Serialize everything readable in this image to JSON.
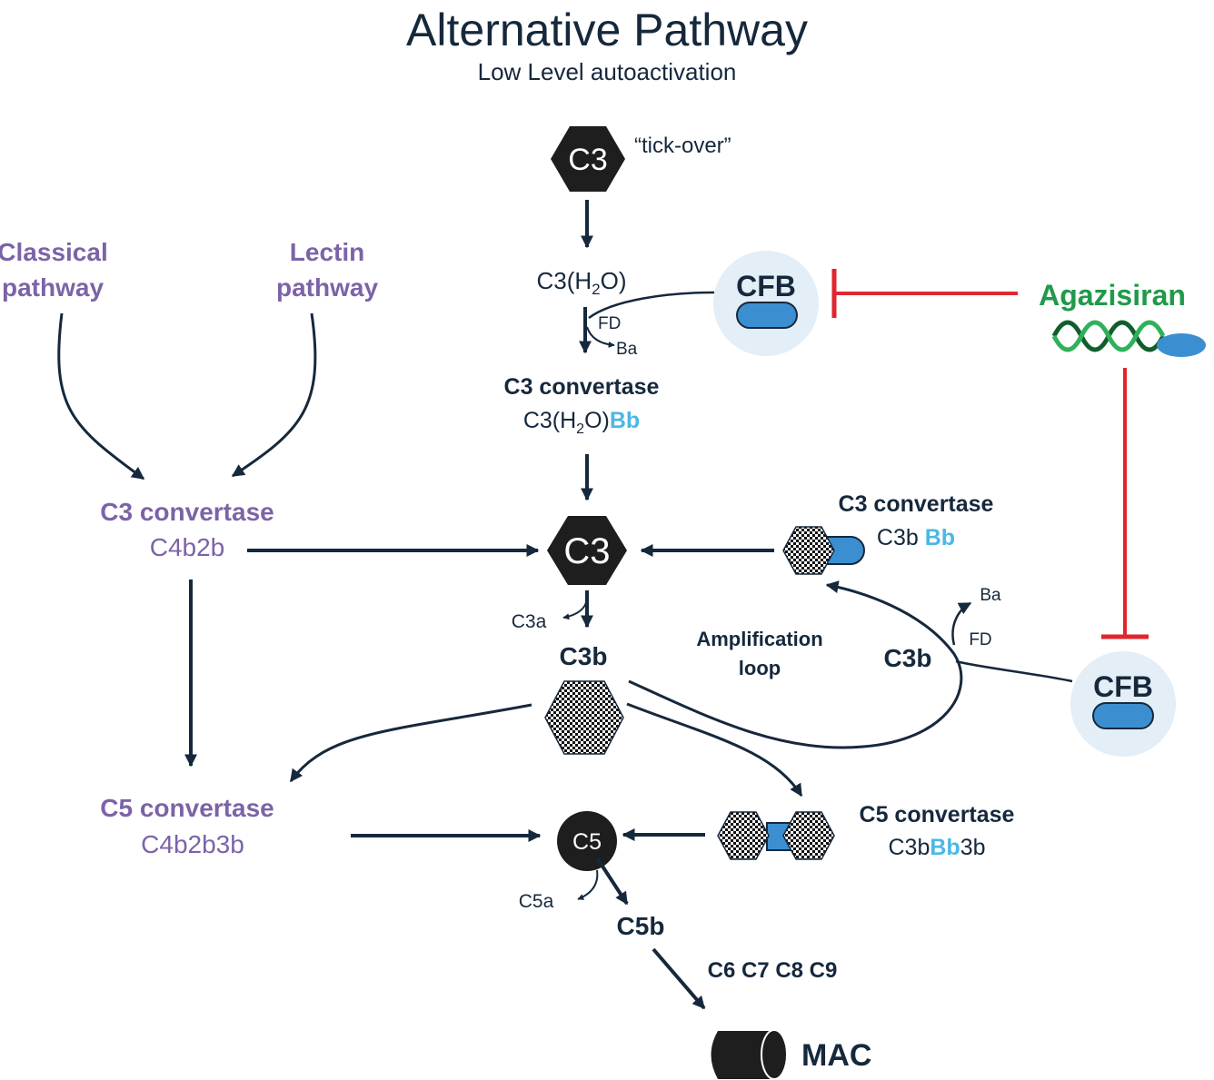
{
  "header": {
    "title": "Alternative Pathway",
    "subtitle": "Low Level autoactivation"
  },
  "top": {
    "c3_label": "C3",
    "tick_over": "“tick-over”",
    "c3h2o_pre": "C3(H",
    "c3h2o_sub": "2",
    "c3h2o_post": "O)",
    "fd": "FD",
    "ba": "Ba",
    "convertase_title": "C3 convertase",
    "convertase_pre": "C3(H",
    "convertase_sub": "2",
    "convertase_mid": "O)",
    "convertase_bb": "Bb"
  },
  "cfb_top": {
    "label": "CFB"
  },
  "drug": {
    "name": "Agazisiran"
  },
  "classical": {
    "line1": "Classical",
    "line2": "pathway"
  },
  "lectin": {
    "line1": "Lectin",
    "line2": "pathway"
  },
  "left_c3": {
    "title": "C3 convertase",
    "sub": "C4b2b"
  },
  "left_c5": {
    "title": "C5 convertase",
    "sub": "C4b2b3b"
  },
  "center": {
    "c3_label": "C3",
    "c3a": "C3a",
    "c3b": "C3b",
    "amplification_1": "Amplification",
    "amplification_2": "loop",
    "c3b_loop": "C3b",
    "c5_label": "C5",
    "c5a": "C5a",
    "c5b": "C5b",
    "terminal": "C6 C7 C8 C9",
    "mac": "MAC"
  },
  "right_c3": {
    "title": "C3 convertase",
    "pre": "C3b ",
    "bb": "Bb"
  },
  "right_loop": {
    "ba": "Ba",
    "fd": "FD"
  },
  "cfb_bottom": {
    "label": "CFB"
  },
  "right_c5": {
    "title": "C5 convertase",
    "pre": "C3b",
    "bb": "Bb",
    "post": "3b"
  },
  "colors": {
    "navy": "#16283c",
    "purple": "#7c63a8",
    "bb_blue": "#4ab8e6",
    "cfb_fill": "#e3eef7",
    "factor_b": "#3b8fd0",
    "inhibit_red": "#e0262e",
    "drug_green": "#1f9a4a"
  }
}
